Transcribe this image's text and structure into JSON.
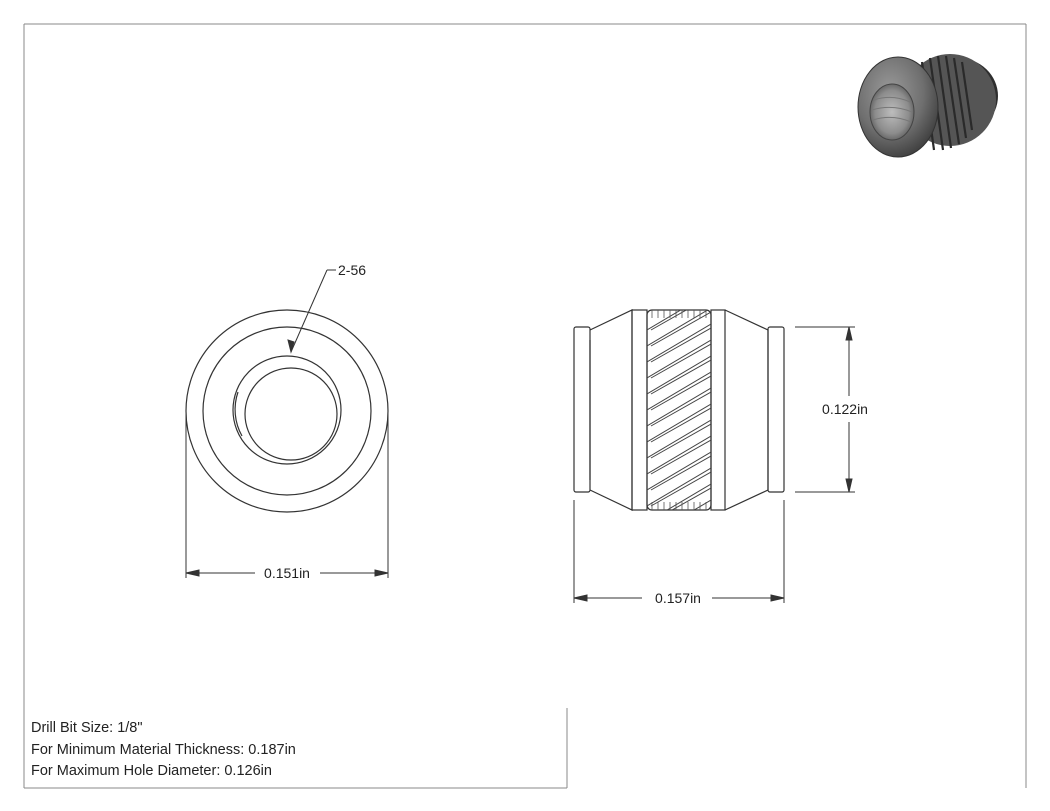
{
  "drawing": {
    "thread_callout": "2-56",
    "front_view_width": "0.151in",
    "side_view_length": "0.157in",
    "side_view_height": "0.122in"
  },
  "notes": {
    "drill_bit": "Drill Bit Size: 1/8\"",
    "min_thickness": "For Minimum Material Thickness: 0.187in",
    "max_hole": "For Maximum Hole Diameter: 0.126in"
  }
}
